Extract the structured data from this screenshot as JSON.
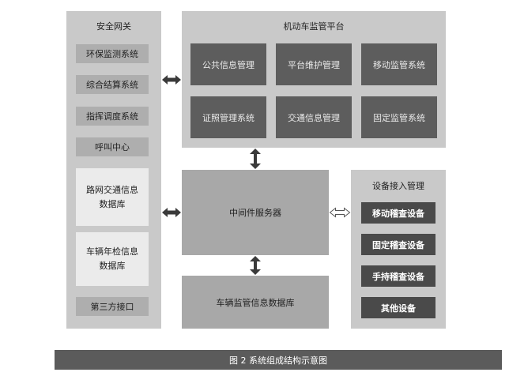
{
  "gateway": {
    "title": "安全网关",
    "items": [
      "环保监测系统",
      "综合结算系统",
      "指挥调度系统",
      "呼叫中心"
    ],
    "db1": [
      "路网交通信息",
      "数据库"
    ],
    "db2": [
      "车辆年检信息",
      "数据库"
    ],
    "api": "第三方接口"
  },
  "platform": {
    "title": "机动车监管平台",
    "modules": [
      "公共信息管理",
      "平台维护管理",
      "移动监管系统",
      "证照管理系统",
      "交通信息管理",
      "固定监管系统"
    ]
  },
  "middleware": {
    "label": "中间件服务器"
  },
  "database": {
    "label": "车辆监管信息数据库"
  },
  "devices": {
    "title": "设备接入管理",
    "items": [
      "移动稽查设备",
      "固定稽查设备",
      "手持稽查设备",
      "其他设备"
    ]
  },
  "caption": "图 2  系统组成结构示意图"
}
